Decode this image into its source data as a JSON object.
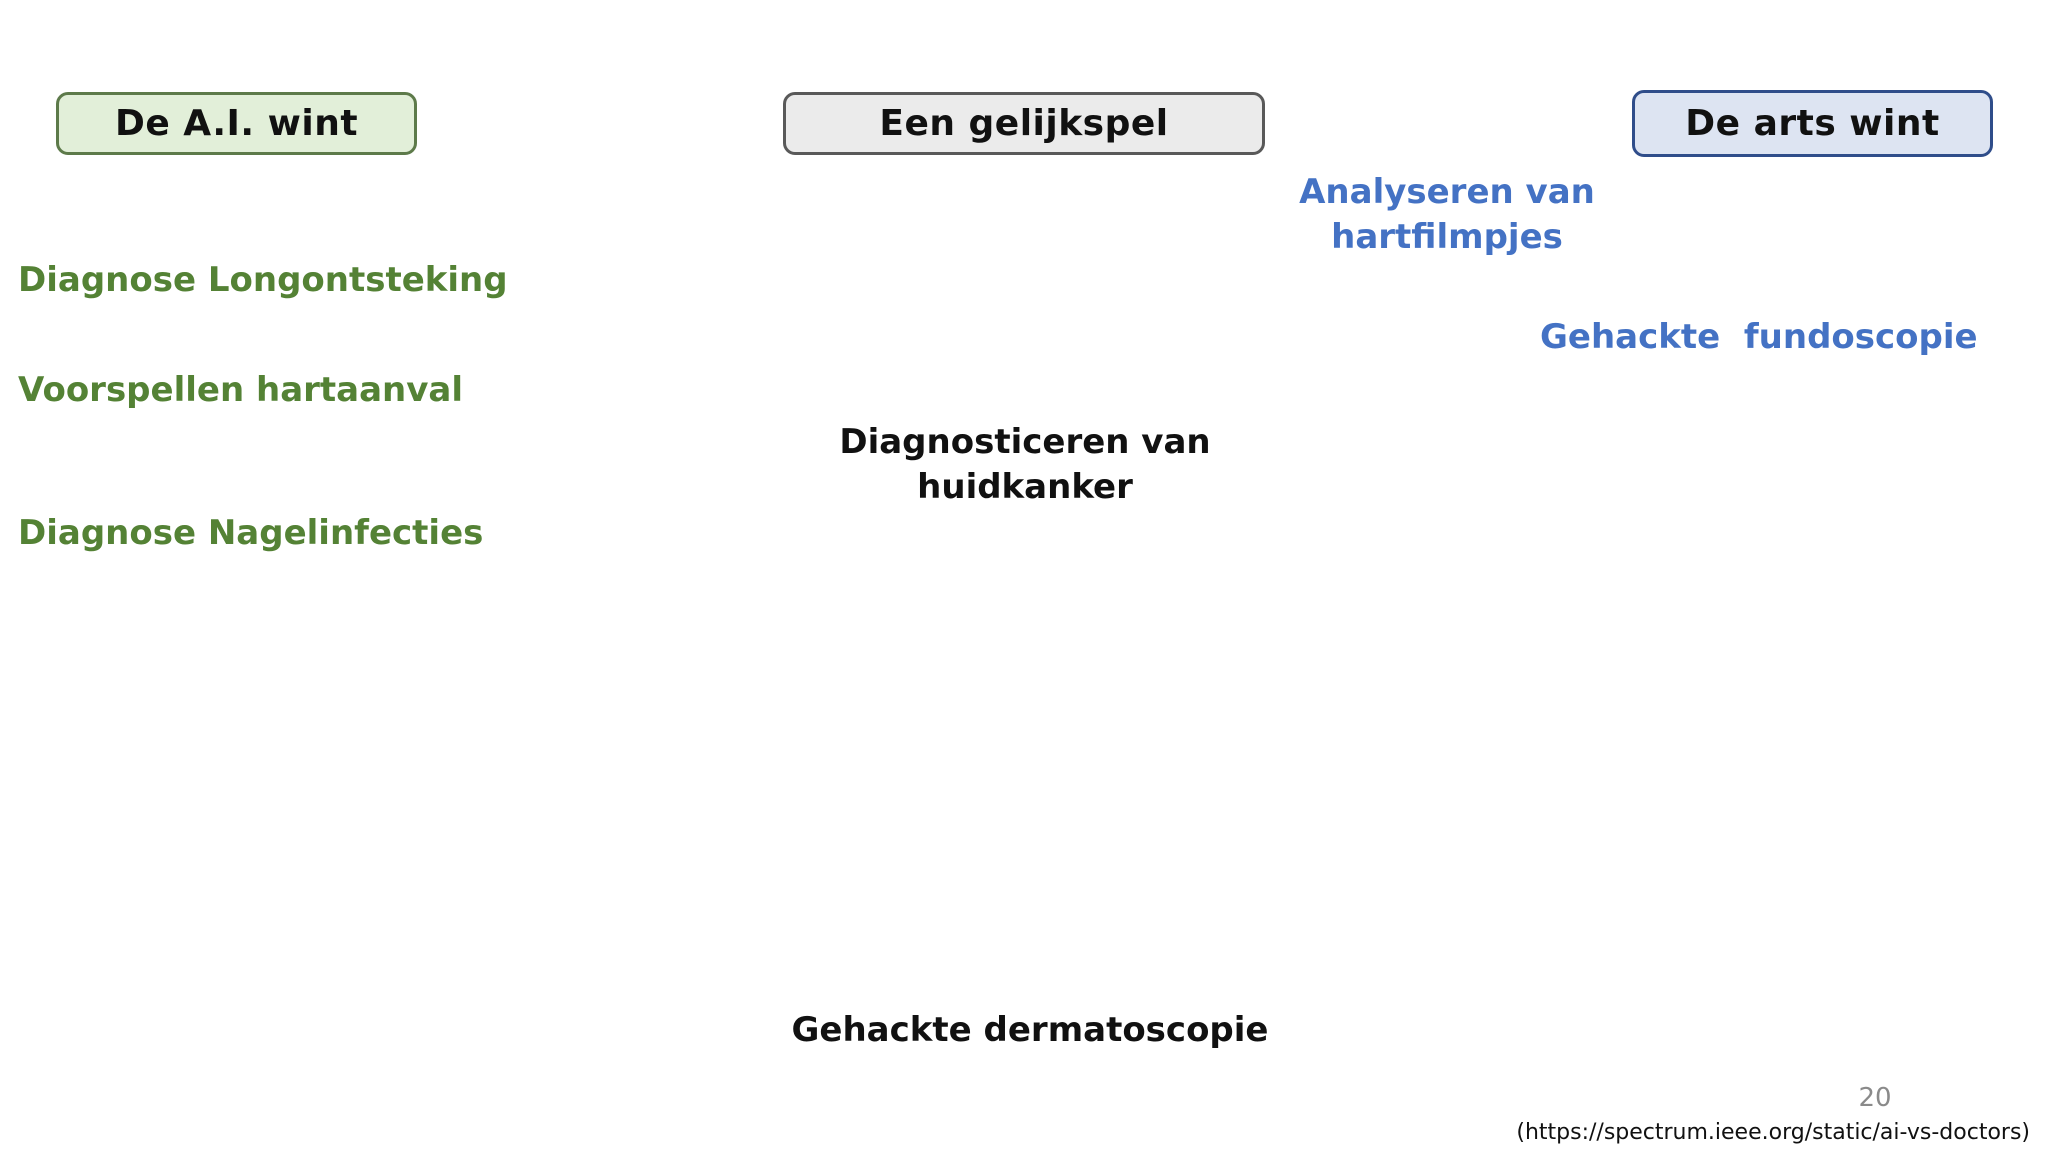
{
  "slide": {
    "headers": {
      "ai": "De A.I. wint",
      "draw": "Een gelijkspel",
      "doctor": "De arts wint"
    },
    "ai_wins": [
      "Diagnose Longontsteking",
      "Voorspellen hartaanval",
      "Diagnose Nagelinfecties"
    ],
    "draw_items": {
      "skin_cancer_line1": "Diagnosticeren van",
      "skin_cancer_line2": "huidkanker",
      "dermatoscopy": "Gehackte dermatoscopie"
    },
    "doctor_wins": {
      "ecg_line1": "Analyseren van",
      "ecg_line2": "hartfilmpjes",
      "fundoscopy": "Gehackte  fundoscopie"
    },
    "footer": {
      "page_number": "20",
      "source": "(https://spectrum.ieee.org/static/ai-vs-doctors)"
    }
  },
  "colors": {
    "ai_text": "#548235",
    "doctor_text": "#4472c4",
    "ai_box_bg": "#e2efd9",
    "ai_box_border": "#5d7a4a",
    "draw_box_bg": "#ebebeb",
    "draw_box_border": "#595959",
    "doctor_box_bg": "#dde4f2",
    "doctor_box_border": "#2f4d8a"
  }
}
